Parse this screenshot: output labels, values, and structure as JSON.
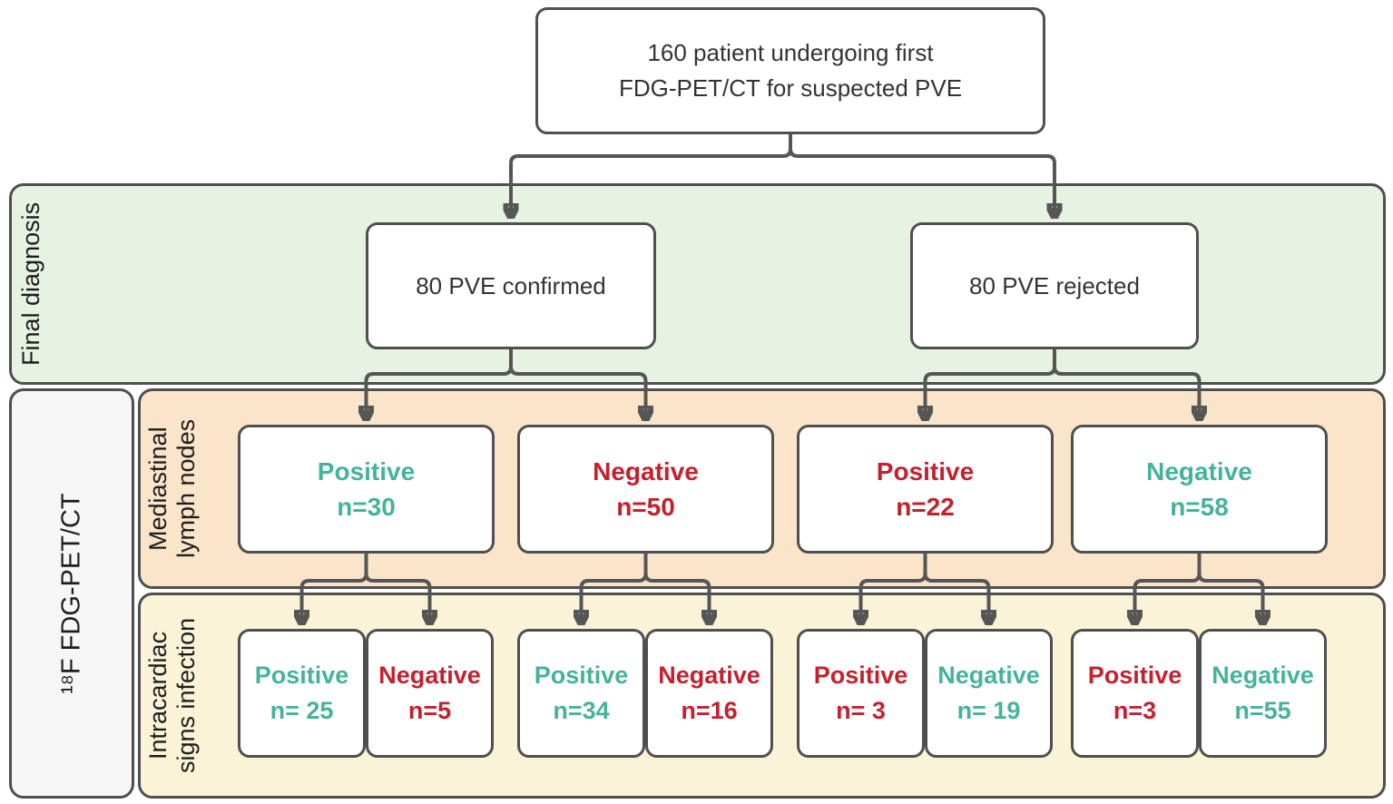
{
  "figure": {
    "root": {
      "text": "160 patient undergoing first\nFDG-PET/CT for suspected PVE"
    },
    "final_diagnosis": {
      "label": "Final diagnosis",
      "nodes": [
        {
          "text": "80 PVE confirmed"
        },
        {
          "text": "80 PVE rejected"
        }
      ]
    },
    "modality": {
      "label": "¹⁸F FDG-PET/CT"
    },
    "mediastinal": {
      "label": "Mediastinal\nlymph nodes",
      "nodes": [
        {
          "label": "Positive",
          "count": "n=30",
          "color": "teal"
        },
        {
          "label": "Negative",
          "count": "n=50",
          "color": "red"
        },
        {
          "label": "Positive",
          "count": "n=22",
          "color": "red"
        },
        {
          "label": "Negative",
          "count": "n=58",
          "color": "teal"
        }
      ]
    },
    "intracardiac": {
      "label": "Intracardiac\nsigns infection",
      "nodes": [
        {
          "label": "Positive",
          "count": "n= 25",
          "color": "teal"
        },
        {
          "label": "Negative",
          "count": "n=5",
          "color": "red"
        },
        {
          "label": "Positive",
          "count": "n=34",
          "color": "teal"
        },
        {
          "label": "Negative",
          "count": "n=16",
          "color": "red"
        },
        {
          "label": "Positive",
          "count": "n= 3",
          "color": "red"
        },
        {
          "label": "Negative",
          "count": "n= 19",
          "color": "teal"
        },
        {
          "label": "Positive",
          "count": "n=3",
          "color": "red"
        },
        {
          "label": "Negative",
          "count": "n=55",
          "color": "teal"
        }
      ]
    },
    "colors": {
      "teal_text": "#45b39c",
      "red_text": "#c4212f",
      "final_diagnosis_band": "#e7f3e2",
      "mediastinal_band": "#fae5ca",
      "intracardiac_band": "#fbf3d8",
      "modality_panel": "#f6f6f6",
      "border_gray": "#4f4f4f"
    }
  }
}
